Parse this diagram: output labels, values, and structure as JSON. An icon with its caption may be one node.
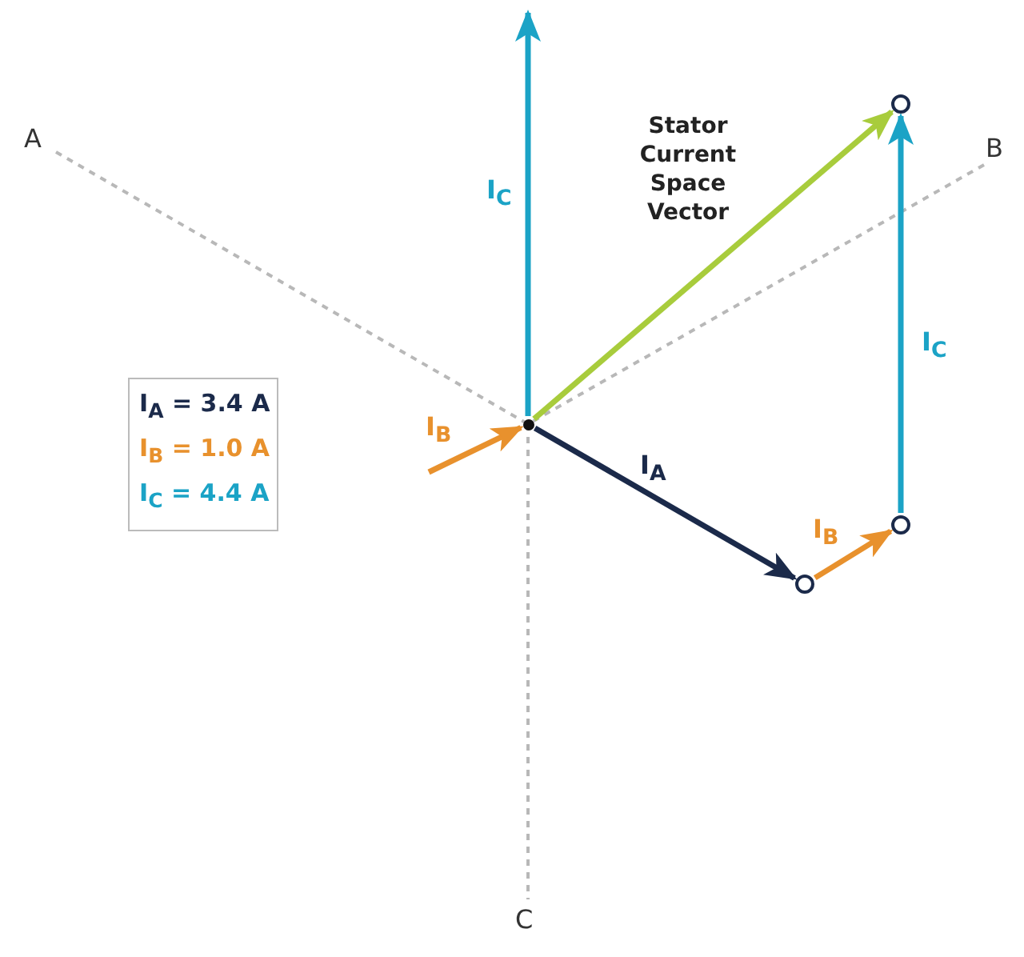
{
  "diagram": {
    "nodes": [
      {
        "text": [],
        "shape": "circle"
      },
      {
        "text": [],
        "shape": "circle"
      },
      {
        "text": [],
        "shape": "circle"
      },
      {
        "text": [],
        "shape": "circle"
      }
    ],
    "edges": [
      {
        "from": null,
        "to": 0,
        "arrow": "to",
        "label": "I$_{B}$",
        "color": "#e8912d"
      },
      {
        "from": 0,
        "to": null,
        "arrow": "to",
        "label": "I$_{C}$",
        "color": "#1ba3c6"
      },
      {
        "from": 0,
        "to": 1,
        "arrow": "to",
        "label": "I$_{A}$",
        "color": "#1b2a4a"
      },
      {
        "from": 1,
        "to": 2,
        "arrow": "to",
        "label": "I$_{B}$",
        "color": "#e8912d"
      },
      {
        "from": 2,
        "to": 3,
        "arrow": "to",
        "label": "I$_{C}$",
        "color": "#1ba3c6"
      },
      {
        "from": 0,
        "to": 3,
        "arrow": "to",
        "label": "Stator Current Space Vector",
        "color": "#a8cc3c"
      }
    ],
    "labels": [
      "A",
      "B",
      "I$_{A}$ = 3.4 A",
      "I$_{B}$ = 1.0 A",
      "I$_{C}$ = 4.4 A",
      "C"
    ]
  }
}
